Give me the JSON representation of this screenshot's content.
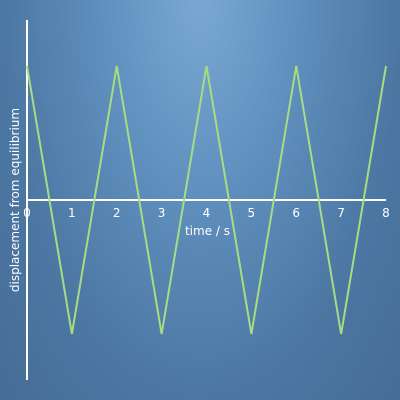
{
  "chart_data": {
    "type": "line",
    "title": "",
    "xlabel": "time / s",
    "ylabel": "displacement from equilibrium",
    "xlim": [
      0,
      8
    ],
    "ylim": [
      -1.35,
      1.35
    ],
    "grid": false,
    "x_ticks": [
      "0",
      "1",
      "2",
      "3",
      "4",
      "5",
      "6",
      "7",
      "8"
    ],
    "series": [
      {
        "x": [
          0,
          1,
          2,
          3,
          4,
          5,
          6,
          7,
          8
        ],
        "y": [
          1,
          -1,
          1,
          -1,
          1,
          -1,
          1,
          -1,
          1
        ],
        "color": "#a8dc82"
      }
    ]
  }
}
